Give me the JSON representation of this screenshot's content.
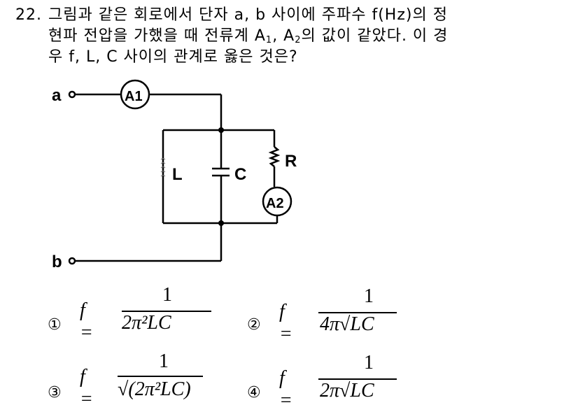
{
  "question": {
    "number": "22.",
    "line1": "그림과 같은 회로에서 단자 a, b 사이에 주파수 f(Hz)의 정",
    "line2_pre": "현파 전압을 가했을 때 전류계 A",
    "line2_sub1": "1",
    "line2_mid": ", A",
    "line2_sub2": "2",
    "line2_post": "의 값이 같았다. 이 경",
    "line3": "우 f, L, C 사이의 관계로 옳은 것은?"
  },
  "circuit": {
    "terminal_a": "a",
    "terminal_b": "b",
    "ammeter1": "A1",
    "ammeter2": "A2",
    "inductor": "L",
    "capacitor": "C",
    "resistor": "R"
  },
  "options": [
    {
      "mark": "①",
      "lhs": "f =",
      "numerator": "1",
      "denominator": "2π²LC"
    },
    {
      "mark": "②",
      "lhs": "f =",
      "numerator": "1",
      "denominator": "4π√LC"
    },
    {
      "mark": "③",
      "lhs": "f =",
      "numerator": "1",
      "denominator": "√(2π²LC)"
    },
    {
      "mark": "④",
      "lhs": "f =",
      "numerator": "1",
      "denominator": "2π√LC"
    }
  ]
}
